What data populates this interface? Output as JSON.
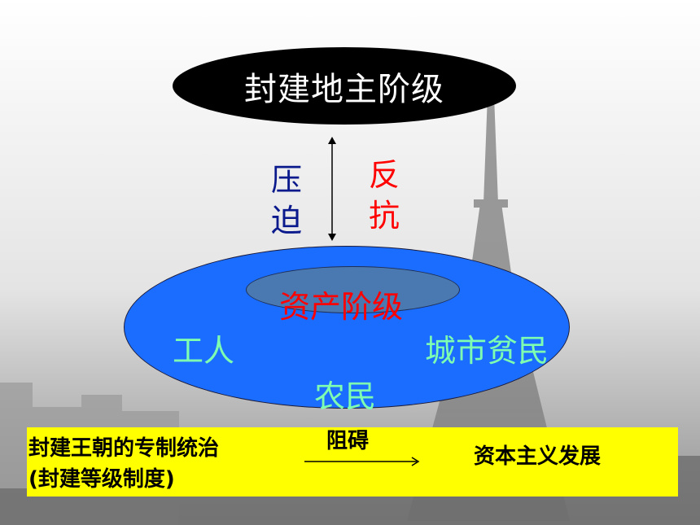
{
  "top_class": "封建地主阶级",
  "oppress_label": [
    "压",
    "迫"
  ],
  "resist_label": [
    "反",
    "抗"
  ],
  "bourgeoisie": "资产阶级",
  "workers": "工人",
  "urban_poor": "城市贫民",
  "peasants": "农民",
  "feudal_rule_line1": "封建王朝的专制统治",
  "feudal_rule_line2": "(封建等级制度)",
  "hinder_label": "阻碍",
  "capitalism": "资本主义发展"
}
